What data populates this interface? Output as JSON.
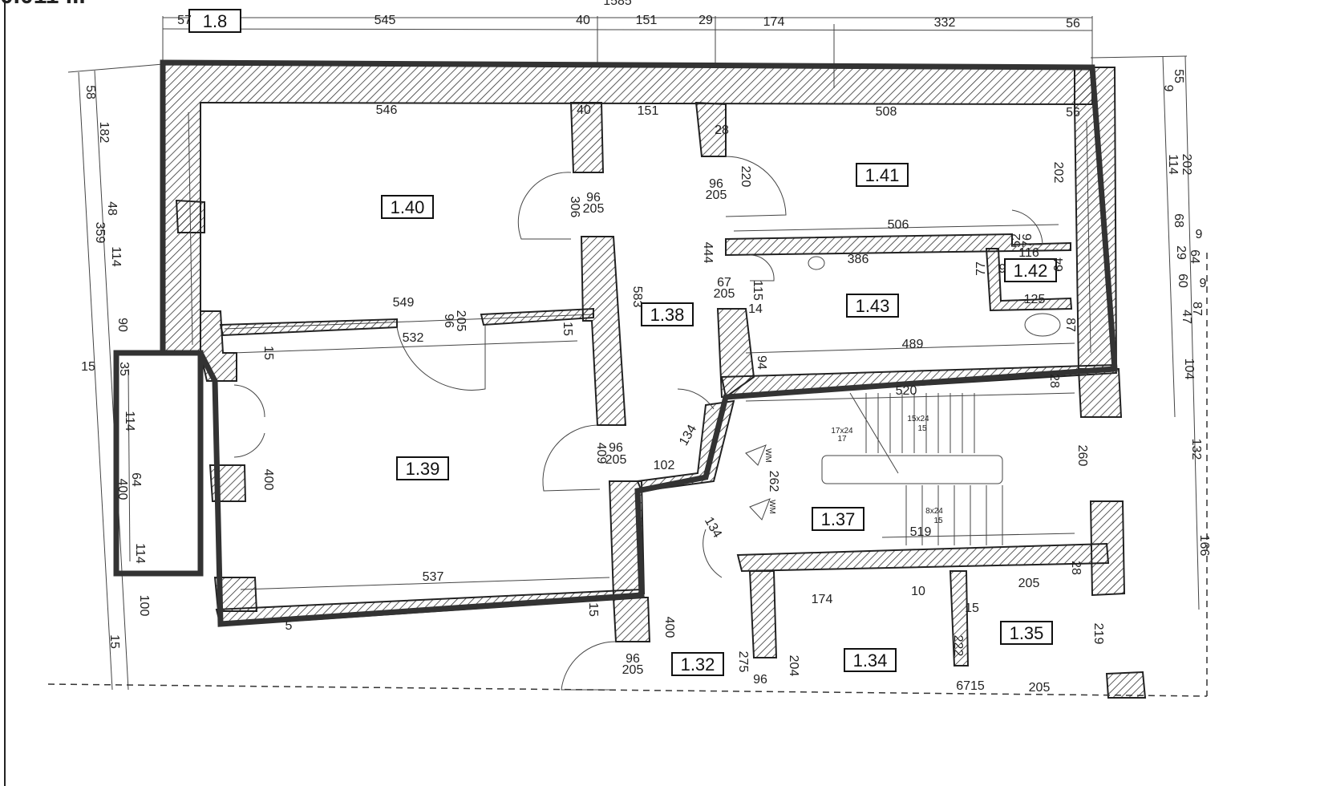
{
  "header": {
    "title_fragment": "0.011 ..."
  },
  "rooms": [
    "1.40",
    "1.41",
    "1.42",
    "1.43",
    "1.38",
    "1.39",
    "1.37",
    "1.35",
    "1.34",
    "1.32",
    "1.8"
  ],
  "dimensions": [
    "57",
    "545",
    "40",
    "151",
    "29",
    "174",
    "332",
    "56",
    "1585",
    "546",
    "40",
    "151",
    "508",
    "56",
    "28",
    "220",
    "96",
    "205",
    "306",
    "96",
    "205",
    "506",
    "386",
    "52",
    "76",
    "116",
    "64",
    "9",
    "77",
    "125",
    "87",
    "444",
    "67",
    "205",
    "115",
    "14",
    "549",
    "96",
    "205",
    "532",
    "15",
    "583",
    "489",
    "94",
    "520",
    "409",
    "96",
    "205",
    "102",
    "262",
    "134",
    "134",
    "260",
    "519",
    "537",
    "400",
    "400",
    "174",
    "10",
    "15",
    "205",
    "219",
    "222",
    "204",
    "275",
    "96",
    "205",
    "96",
    "6715",
    "205",
    "28",
    "202",
    "28",
    "15",
    "5",
    "15",
    "58",
    "182",
    "48",
    "359",
    "114",
    "90",
    "15",
    "35",
    "114",
    "64",
    "400",
    "114",
    "100",
    "15",
    "55",
    "9",
    "202",
    "114",
    "68",
    "9",
    "29",
    "64",
    "60",
    "9",
    "87",
    "47",
    "104",
    "132",
    "166"
  ],
  "stair_labels": [
    "17x24",
    "17",
    "15x24",
    "15",
    "8x24",
    "15"
  ],
  "fixture_labels": [
    "WM",
    "WM"
  ]
}
